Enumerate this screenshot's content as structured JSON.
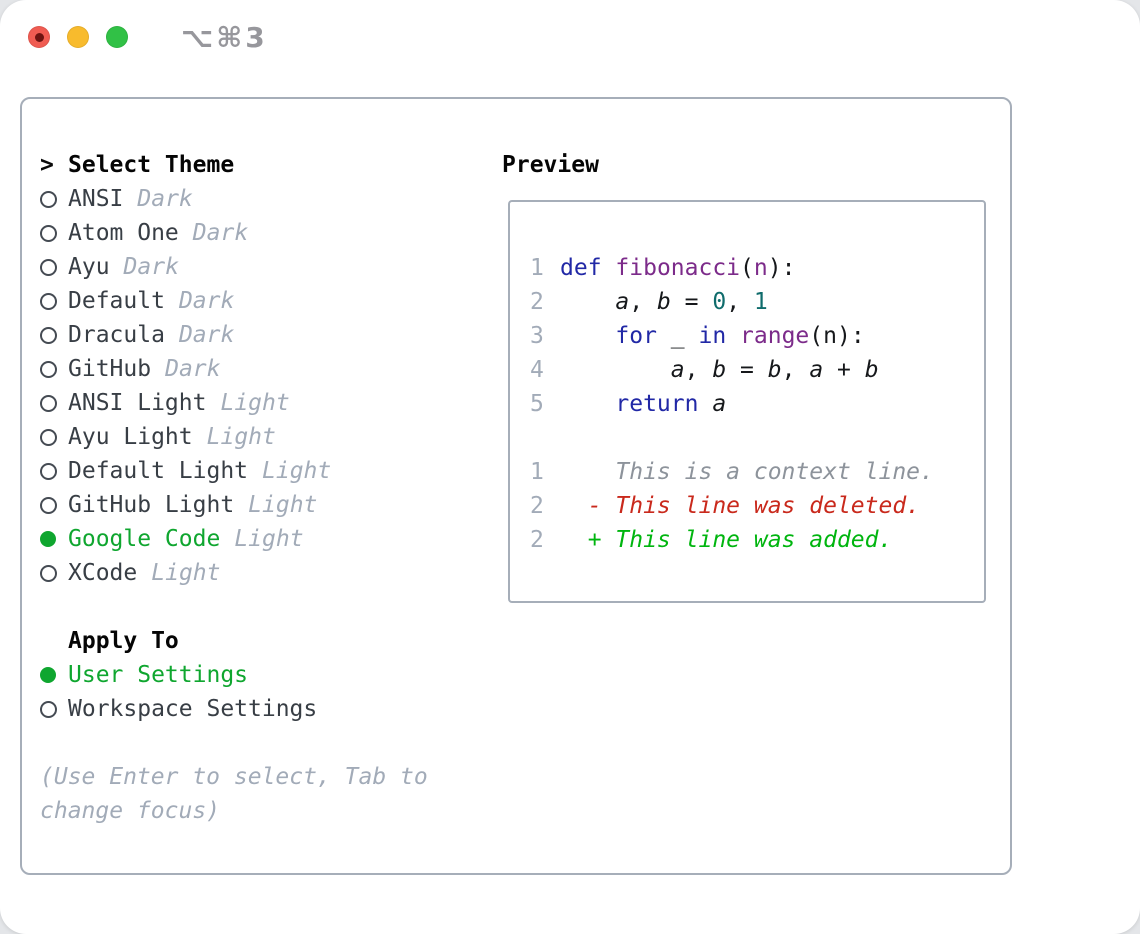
{
  "titlebar": {
    "shortcut": "⌥⌘3",
    "traffic_lights": [
      {
        "name": "close",
        "color": "#f05c52",
        "dot": true
      },
      {
        "name": "minimize",
        "color": "#f8bb2d",
        "dot": false
      },
      {
        "name": "zoom",
        "color": "#31c146",
        "dot": false
      }
    ]
  },
  "theme_picker": {
    "header": "Select Theme",
    "cursor": ">",
    "items": [
      {
        "name": "ANSI",
        "variant": "Dark",
        "selected": false
      },
      {
        "name": "Atom One",
        "variant": "Dark",
        "selected": false
      },
      {
        "name": "Ayu",
        "variant": "Dark",
        "selected": false
      },
      {
        "name": "Default",
        "variant": "Dark",
        "selected": false
      },
      {
        "name": "Dracula",
        "variant": "Dark",
        "selected": false
      },
      {
        "name": "GitHub",
        "variant": "Dark",
        "selected": false
      },
      {
        "name": "ANSI Light",
        "variant": "Light",
        "selected": false
      },
      {
        "name": "Ayu Light",
        "variant": "Light",
        "selected": false
      },
      {
        "name": "Default Light",
        "variant": "Light",
        "selected": false
      },
      {
        "name": "GitHub Light",
        "variant": "Light",
        "selected": false
      },
      {
        "name": "Google Code",
        "variant": "Light",
        "selected": true
      },
      {
        "name": "XCode",
        "variant": "Light",
        "selected": false
      }
    ]
  },
  "apply_to": {
    "header": "Apply To",
    "options": [
      {
        "label": "User Settings",
        "selected": true
      },
      {
        "label": "Workspace Settings",
        "selected": false
      }
    ]
  },
  "hint": "(Use Enter to select, Tab to change focus)",
  "preview": {
    "header": "Preview",
    "code_lines": [
      {
        "num": "1",
        "tokens": [
          {
            "text": "def",
            "style": "kwd"
          },
          {
            "text": " ",
            "style": "pln"
          },
          {
            "text": "fibonacci",
            "style": "typ"
          },
          {
            "text": "(",
            "style": "pln"
          },
          {
            "text": "n",
            "style": "typ"
          },
          {
            "text": "):",
            "style": "pln"
          }
        ]
      },
      {
        "num": "2",
        "tokens": [
          {
            "text": "    ",
            "style": "pln"
          },
          {
            "text": "a",
            "style": "var"
          },
          {
            "text": ", ",
            "style": "pln"
          },
          {
            "text": "b",
            "style": "var"
          },
          {
            "text": " = ",
            "style": "pln"
          },
          {
            "text": "0",
            "style": "lit"
          },
          {
            "text": ", ",
            "style": "pln"
          },
          {
            "text": "1",
            "style": "lit"
          }
        ]
      },
      {
        "num": "3",
        "tokens": [
          {
            "text": "    ",
            "style": "pln"
          },
          {
            "text": "for",
            "style": "kwd"
          },
          {
            "text": " _ ",
            "style": "pln"
          },
          {
            "text": "in",
            "style": "kwd"
          },
          {
            "text": " ",
            "style": "pln"
          },
          {
            "text": "range",
            "style": "typ"
          },
          {
            "text": "(n):",
            "style": "pln"
          }
        ]
      },
      {
        "num": "4",
        "tokens": [
          {
            "text": "        ",
            "style": "pln"
          },
          {
            "text": "a",
            "style": "var"
          },
          {
            "text": ", ",
            "style": "pln"
          },
          {
            "text": "b",
            "style": "var"
          },
          {
            "text": " = ",
            "style": "pln"
          },
          {
            "text": "b",
            "style": "var"
          },
          {
            "text": ", ",
            "style": "pln"
          },
          {
            "text": "a",
            "style": "var"
          },
          {
            "text": " + ",
            "style": "pln"
          },
          {
            "text": "b",
            "style": "var"
          }
        ]
      },
      {
        "num": "5",
        "tokens": [
          {
            "text": "    ",
            "style": "pln"
          },
          {
            "text": "return",
            "style": "kwd"
          },
          {
            "text": " ",
            "style": "pln"
          },
          {
            "text": "a",
            "style": "var"
          }
        ]
      }
    ],
    "diff_lines": [
      {
        "num": "1",
        "kind": "context",
        "text": "    This is a context line."
      },
      {
        "num": "2",
        "kind": "deleted",
        "text": "  - This line was deleted."
      },
      {
        "num": "2",
        "kind": "added",
        "text": "  + This line was added."
      }
    ]
  },
  "colors": {
    "selection_green": "#0fa62f",
    "added_green": "#00b50f",
    "deleted_red": "#c9291c",
    "context_gray": "#8d939b",
    "muted_gray": "#a2abb8",
    "keyword_blue": "#2128a6",
    "name_purple": "#7c2b8a",
    "literal_teal": "#0f6c6c",
    "border_gray": "#a6aeb9"
  }
}
